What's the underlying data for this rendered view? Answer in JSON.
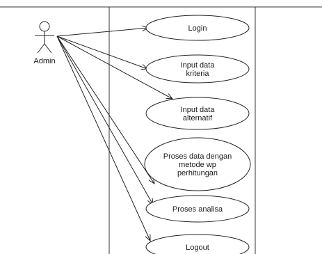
{
  "actor": {
    "name": "Admin"
  },
  "use_cases": [
    {
      "id": "login",
      "lines": [
        "Login"
      ]
    },
    {
      "id": "input-data-kriteria",
      "lines": [
        "Input data",
        "kriteria"
      ]
    },
    {
      "id": "input-data-alternatif",
      "lines": [
        "Input data",
        "alternatif"
      ]
    },
    {
      "id": "proses-data-metode-wp",
      "lines": [
        "Proses data dengan",
        "metode wp",
        "perhitungan"
      ]
    },
    {
      "id": "proses-analisa",
      "lines": [
        "Proses analisa"
      ]
    },
    {
      "id": "logout",
      "lines": [
        "Logout"
      ]
    }
  ]
}
